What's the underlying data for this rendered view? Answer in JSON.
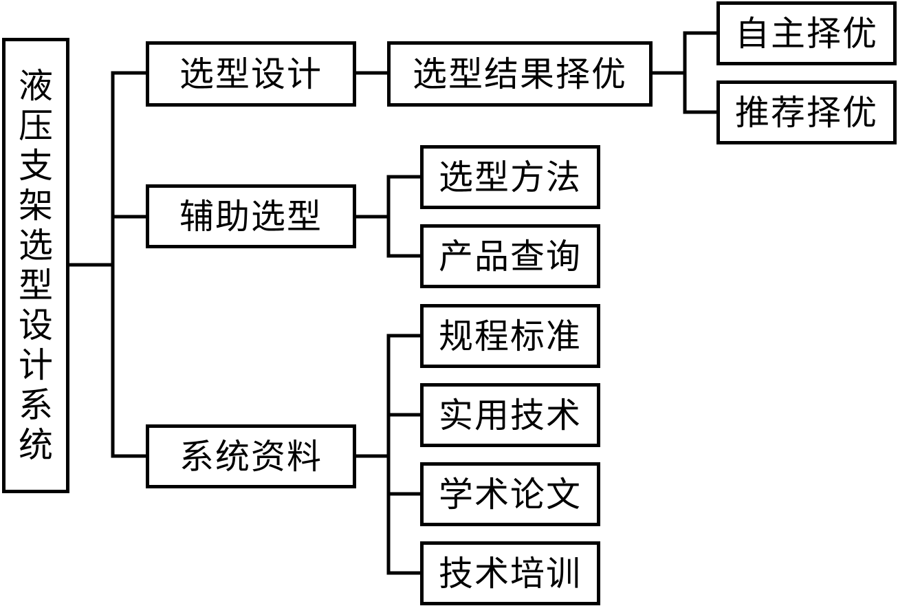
{
  "diagram": {
    "root": {
      "label": "液压支架选型设计系统",
      "chars": [
        "液",
        "压",
        "支",
        "架",
        "选",
        "型",
        "设",
        "计",
        "系",
        "统"
      ]
    },
    "branches": [
      {
        "label": "选型设计",
        "children": [
          {
            "label": "选型结果择优",
            "children": [
              {
                "label": "自主择优"
              },
              {
                "label": "推荐择优"
              }
            ]
          }
        ]
      },
      {
        "label": "辅助选型",
        "children": [
          {
            "label": "选型方法"
          },
          {
            "label": "产品查询"
          }
        ]
      },
      {
        "label": "系统资料",
        "children": [
          {
            "label": "规程标准"
          },
          {
            "label": "实用技术"
          },
          {
            "label": "学术论文"
          },
          {
            "label": "技术培训"
          }
        ]
      }
    ],
    "colors": {
      "line": "#000000",
      "background": "#ffffff"
    }
  }
}
